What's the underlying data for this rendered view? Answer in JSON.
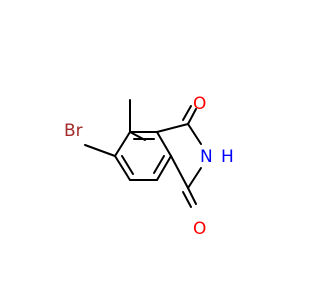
{
  "molecule": {
    "atoms": {
      "bromine": {
        "symbol": "Br",
        "color": "#a52a2a"
      },
      "oxygen_top": {
        "symbol": "O",
        "color": "#ff0000"
      },
      "oxygen_bottom": {
        "symbol": "O",
        "color": "#ff0000"
      },
      "nitrogen": {
        "symbol": "N",
        "color": "#0000ff"
      },
      "hydrogen": {
        "symbol": "H",
        "color": "#0000ff"
      }
    },
    "bond_color": "#000000"
  }
}
